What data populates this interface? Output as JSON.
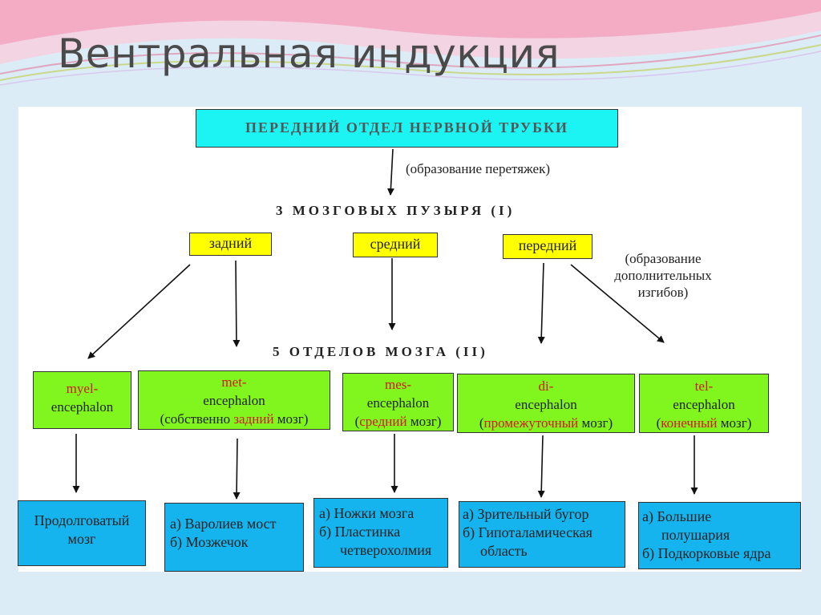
{
  "slide": {
    "title": "Вентральная индукция"
  },
  "diagram": {
    "top": "ПЕРЕДНИЙ ОТДЕЛ НЕРВНОЙ ТРУБКИ",
    "note1": "(образование перетяжек)",
    "level1": "3 МОЗГОВЫХ ПУЗЫРЯ (I)",
    "vesicles": [
      "задний",
      "средний",
      "передний"
    ],
    "note2": [
      "(образование",
      "дополнительных",
      "изгибов)"
    ],
    "level2": "5 ОТДЕЛОВ МОЗГА (II)",
    "sections": [
      {
        "prefix": "myel-",
        "root": "encephalon"
      },
      {
        "prefix": "met-",
        "root": "encephalon",
        "p1": "(собственно ",
        "hl": "задний",
        "p2": " мозг)"
      },
      {
        "prefix": "mes-",
        "root": "encephalon",
        "p1": "(",
        "hl": "средний",
        "p2": " мозг)"
      },
      {
        "prefix": "di-",
        "root": "encephalon",
        "p1": "(",
        "hl": "промежуточный",
        "p2": " мозг)"
      },
      {
        "prefix": "tel-",
        "root": "encephalon",
        "p1": "(",
        "hl": "конечный",
        "p2": " мозг)"
      }
    ],
    "outcomes": [
      [
        "Продолговатый",
        "мозг"
      ],
      [
        "а) Варолиев мост",
        "б) Мозжечок"
      ],
      [
        "а) Ножки мозга",
        "б) Пластинка",
        "четверохолмия"
      ],
      [
        "а) Зрительный бугор",
        "б) Гипоталамическая",
        "область"
      ],
      [
        "а) Большие",
        "полушария",
        "б) Подкорковые ядра"
      ]
    ],
    "colors": {
      "cyan": "#1cf4f4",
      "yellow": "#ffff00",
      "green": "#80f61e",
      "blue": "#16b4ee",
      "accent": "#d2191c",
      "title": "#4a4a4a"
    }
  }
}
